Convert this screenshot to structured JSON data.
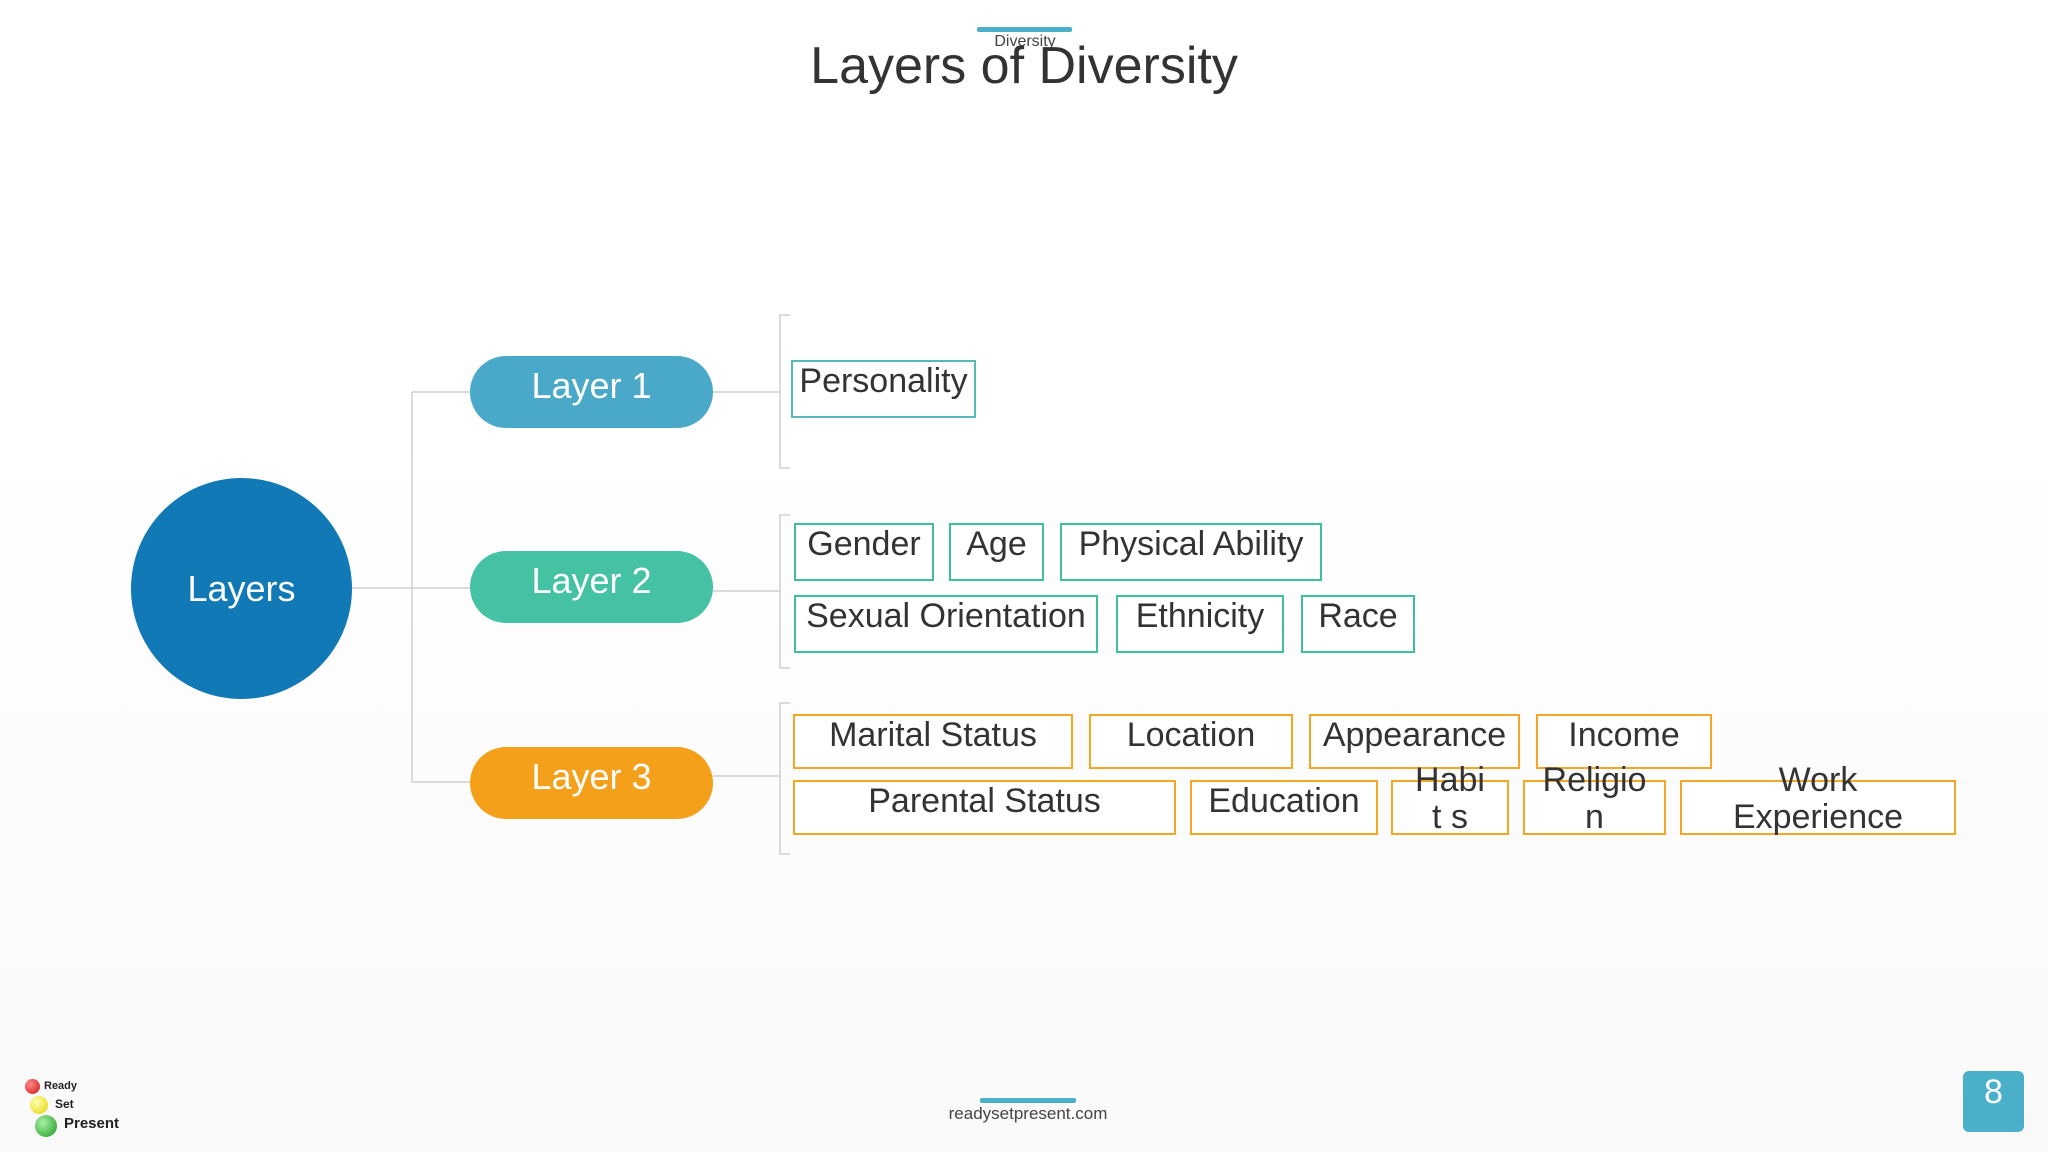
{
  "header": {
    "section_label": "Diversity",
    "title": "Layers of Diversity"
  },
  "diagram": {
    "root_label": "Layers",
    "layers": [
      {
        "label": "Layer 1",
        "color": "#4aa9c9",
        "items": [
          "Personality"
        ]
      },
      {
        "label": "Layer 2",
        "color": "#45c1a4",
        "items": [
          "Gender",
          "Age",
          "Physical Ability",
          "Sexual Orientation",
          "Ethnicity",
          "Race"
        ]
      },
      {
        "label": "Layer 3",
        "color": "#f5a01a",
        "items": [
          "Marital Status",
          "Location",
          "Appearance",
          "Income",
          "Parental Status",
          "Education",
          "Habit s",
          "Religio n",
          "Work Experience"
        ]
      }
    ],
    "root_color": "#1179b6"
  },
  "footer": {
    "url": "readysetpresent.com",
    "page_number": "8",
    "logo_words": [
      "Ready",
      "Set",
      "Present"
    ]
  }
}
